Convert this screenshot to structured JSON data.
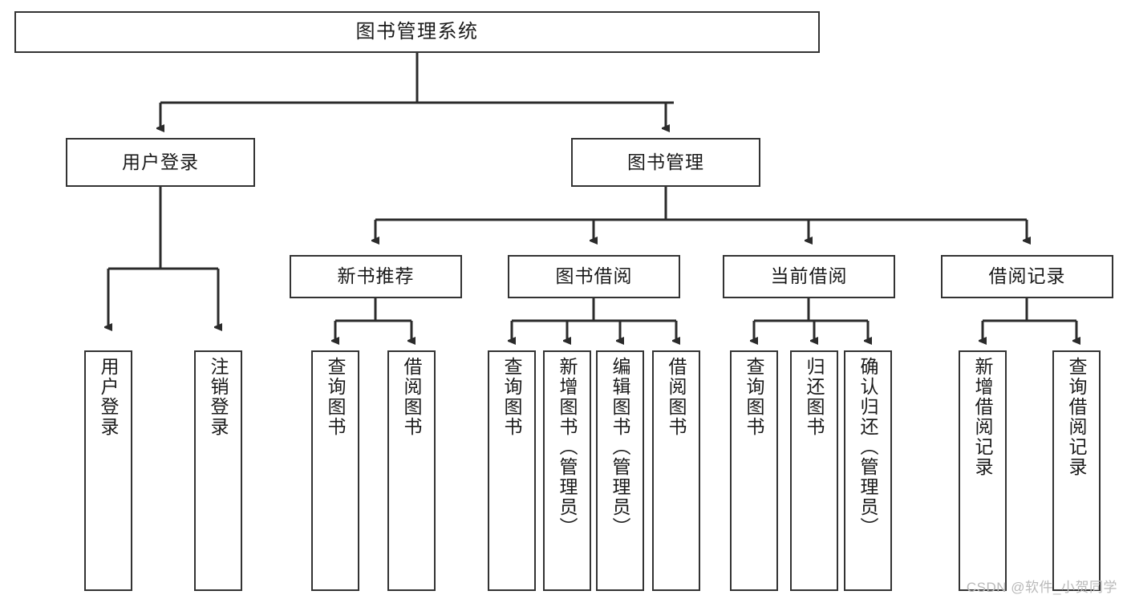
{
  "diagram": {
    "title": "图书管理系统",
    "type": "hierarchy-tree",
    "colors": {
      "box_border": "#333333",
      "box_fill": "#ffffff",
      "connector": "#2b2b2b",
      "text": "#1a1a1a",
      "watermark": "#b9b9b9"
    },
    "root": {
      "id": "root",
      "label": "图书管理系统"
    },
    "level1": [
      {
        "id": "user-login",
        "label": "用户登录"
      },
      {
        "id": "book-manage",
        "label": "图书管理"
      }
    ],
    "level2": [
      {
        "id": "new-book-rec",
        "label": "新书推荐"
      },
      {
        "id": "book-borrow",
        "label": "图书借阅"
      },
      {
        "id": "current-borrow",
        "label": "当前借阅"
      },
      {
        "id": "borrow-record",
        "label": "借阅记录"
      }
    ],
    "leaves": [
      {
        "id": "leaf-user-login",
        "label": "用户登录",
        "parent": "user-login"
      },
      {
        "id": "leaf-logout",
        "label": "注销登录",
        "parent": "user-login"
      },
      {
        "id": "leaf-query-book-1",
        "label": "查询图书",
        "parent": "new-book-rec"
      },
      {
        "id": "leaf-borrow-book-1",
        "label": "借阅图书",
        "parent": "new-book-rec"
      },
      {
        "id": "leaf-query-book-2",
        "label": "查询图书",
        "parent": "book-borrow"
      },
      {
        "id": "leaf-add-book",
        "label": "新增图书（管理员）",
        "parent": "book-borrow"
      },
      {
        "id": "leaf-edit-book",
        "label": "编辑图书（管理员）",
        "parent": "book-borrow"
      },
      {
        "id": "leaf-borrow-book-2",
        "label": "借阅图书",
        "parent": "book-borrow"
      },
      {
        "id": "leaf-query-book-3",
        "label": "查询图书",
        "parent": "current-borrow"
      },
      {
        "id": "leaf-return-book",
        "label": "归还图书",
        "parent": "current-borrow"
      },
      {
        "id": "leaf-confirm-return",
        "label": "确认归还（管理员）",
        "parent": "current-borrow"
      },
      {
        "id": "leaf-add-record",
        "label": "新增借阅记录",
        "parent": "borrow-record"
      },
      {
        "id": "leaf-query-record",
        "label": "查询借阅记录",
        "parent": "borrow-record"
      }
    ],
    "watermark": "CSDN @软件_小贺同学"
  }
}
